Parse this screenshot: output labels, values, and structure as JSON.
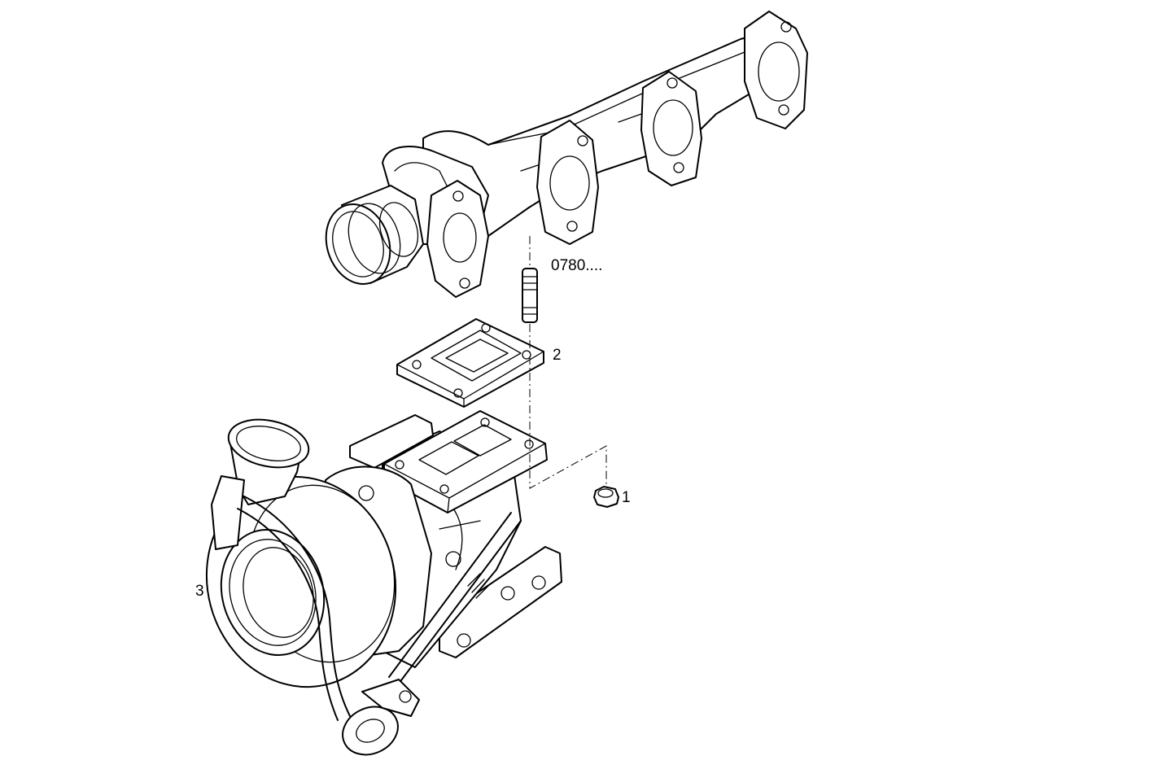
{
  "callouts": {
    "part_1": "1",
    "part_2": "2",
    "part_3": "3",
    "ref_0780": "0780...."
  }
}
